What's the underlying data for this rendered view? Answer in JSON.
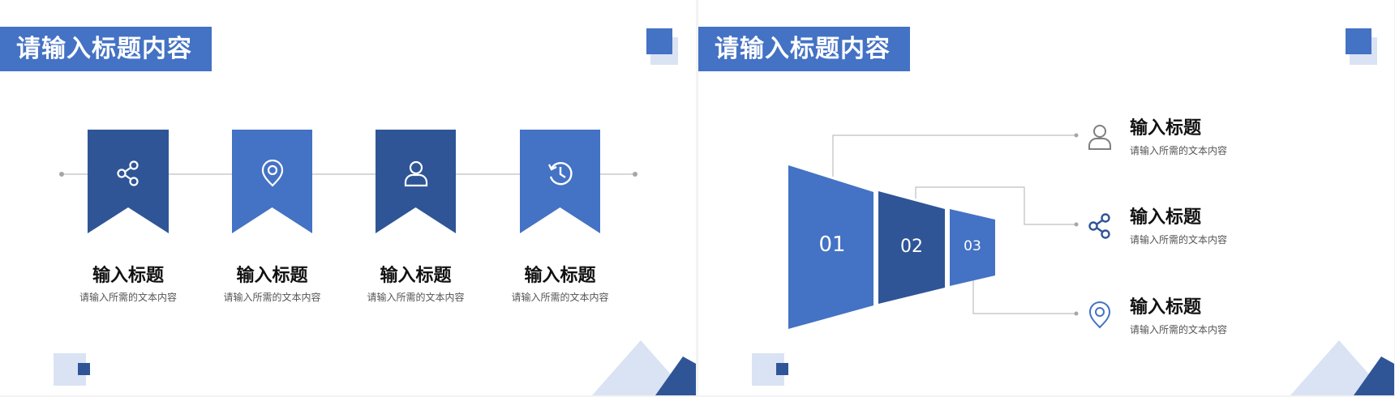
{
  "colors": {
    "primary": "#4472c4",
    "dark": "#2f5597",
    "light": "#dae3f3",
    "line": "#bfbfbf",
    "text": "#111111",
    "subtext": "#555555"
  },
  "left_slide": {
    "title": "请输入标题内容",
    "items": [
      {
        "icon": "share-icon",
        "title": "输入标题",
        "desc": "请输入所需的文本内容"
      },
      {
        "icon": "location-pin-icon",
        "title": "输入标题",
        "desc": "请输入所需的文本内容"
      },
      {
        "icon": "user-icon",
        "title": "输入标题",
        "desc": "请输入所需的文本内容"
      },
      {
        "icon": "history-icon",
        "title": "输入标题",
        "desc": "请输入所需的文本内容"
      }
    ]
  },
  "right_slide": {
    "title": "请输入标题内容",
    "funnel": [
      {
        "label": "01"
      },
      {
        "label": "02"
      },
      {
        "label": "03"
      }
    ],
    "items": [
      {
        "icon": "user-icon",
        "title": "输入标题",
        "desc": "请输入所需的文本内容"
      },
      {
        "icon": "share-icon",
        "title": "输入标题",
        "desc": "请输入所需的文本内容"
      },
      {
        "icon": "location-pin-icon",
        "title": "输入标题",
        "desc": "请输入所需的文本内容"
      }
    ]
  }
}
